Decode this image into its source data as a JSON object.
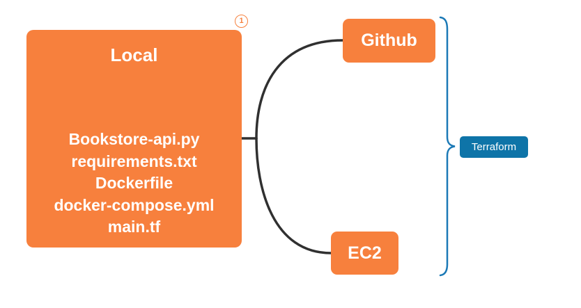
{
  "diagram": {
    "background": "#ffffff",
    "local": {
      "title": "Local",
      "badge": "1",
      "files": [
        "Bookstore-api.py",
        "requirements.txt",
        "Dockerfile",
        "docker-compose.yml",
        "main.tf"
      ],
      "fill": "#F7803D",
      "text_color": "#FFFFFF"
    },
    "github": {
      "label": "Github",
      "fill": "#F7803D",
      "text_color": "#FFFFFF"
    },
    "ec2": {
      "label": "EC2",
      "fill": "#F7803D",
      "text_color": "#FFFFFF"
    },
    "terraform": {
      "label": "Terraform",
      "fill": "#0E74A8",
      "text_color": "#FFFFFF"
    },
    "connector_color": "#303030",
    "brace_color": "#1B79B6"
  }
}
